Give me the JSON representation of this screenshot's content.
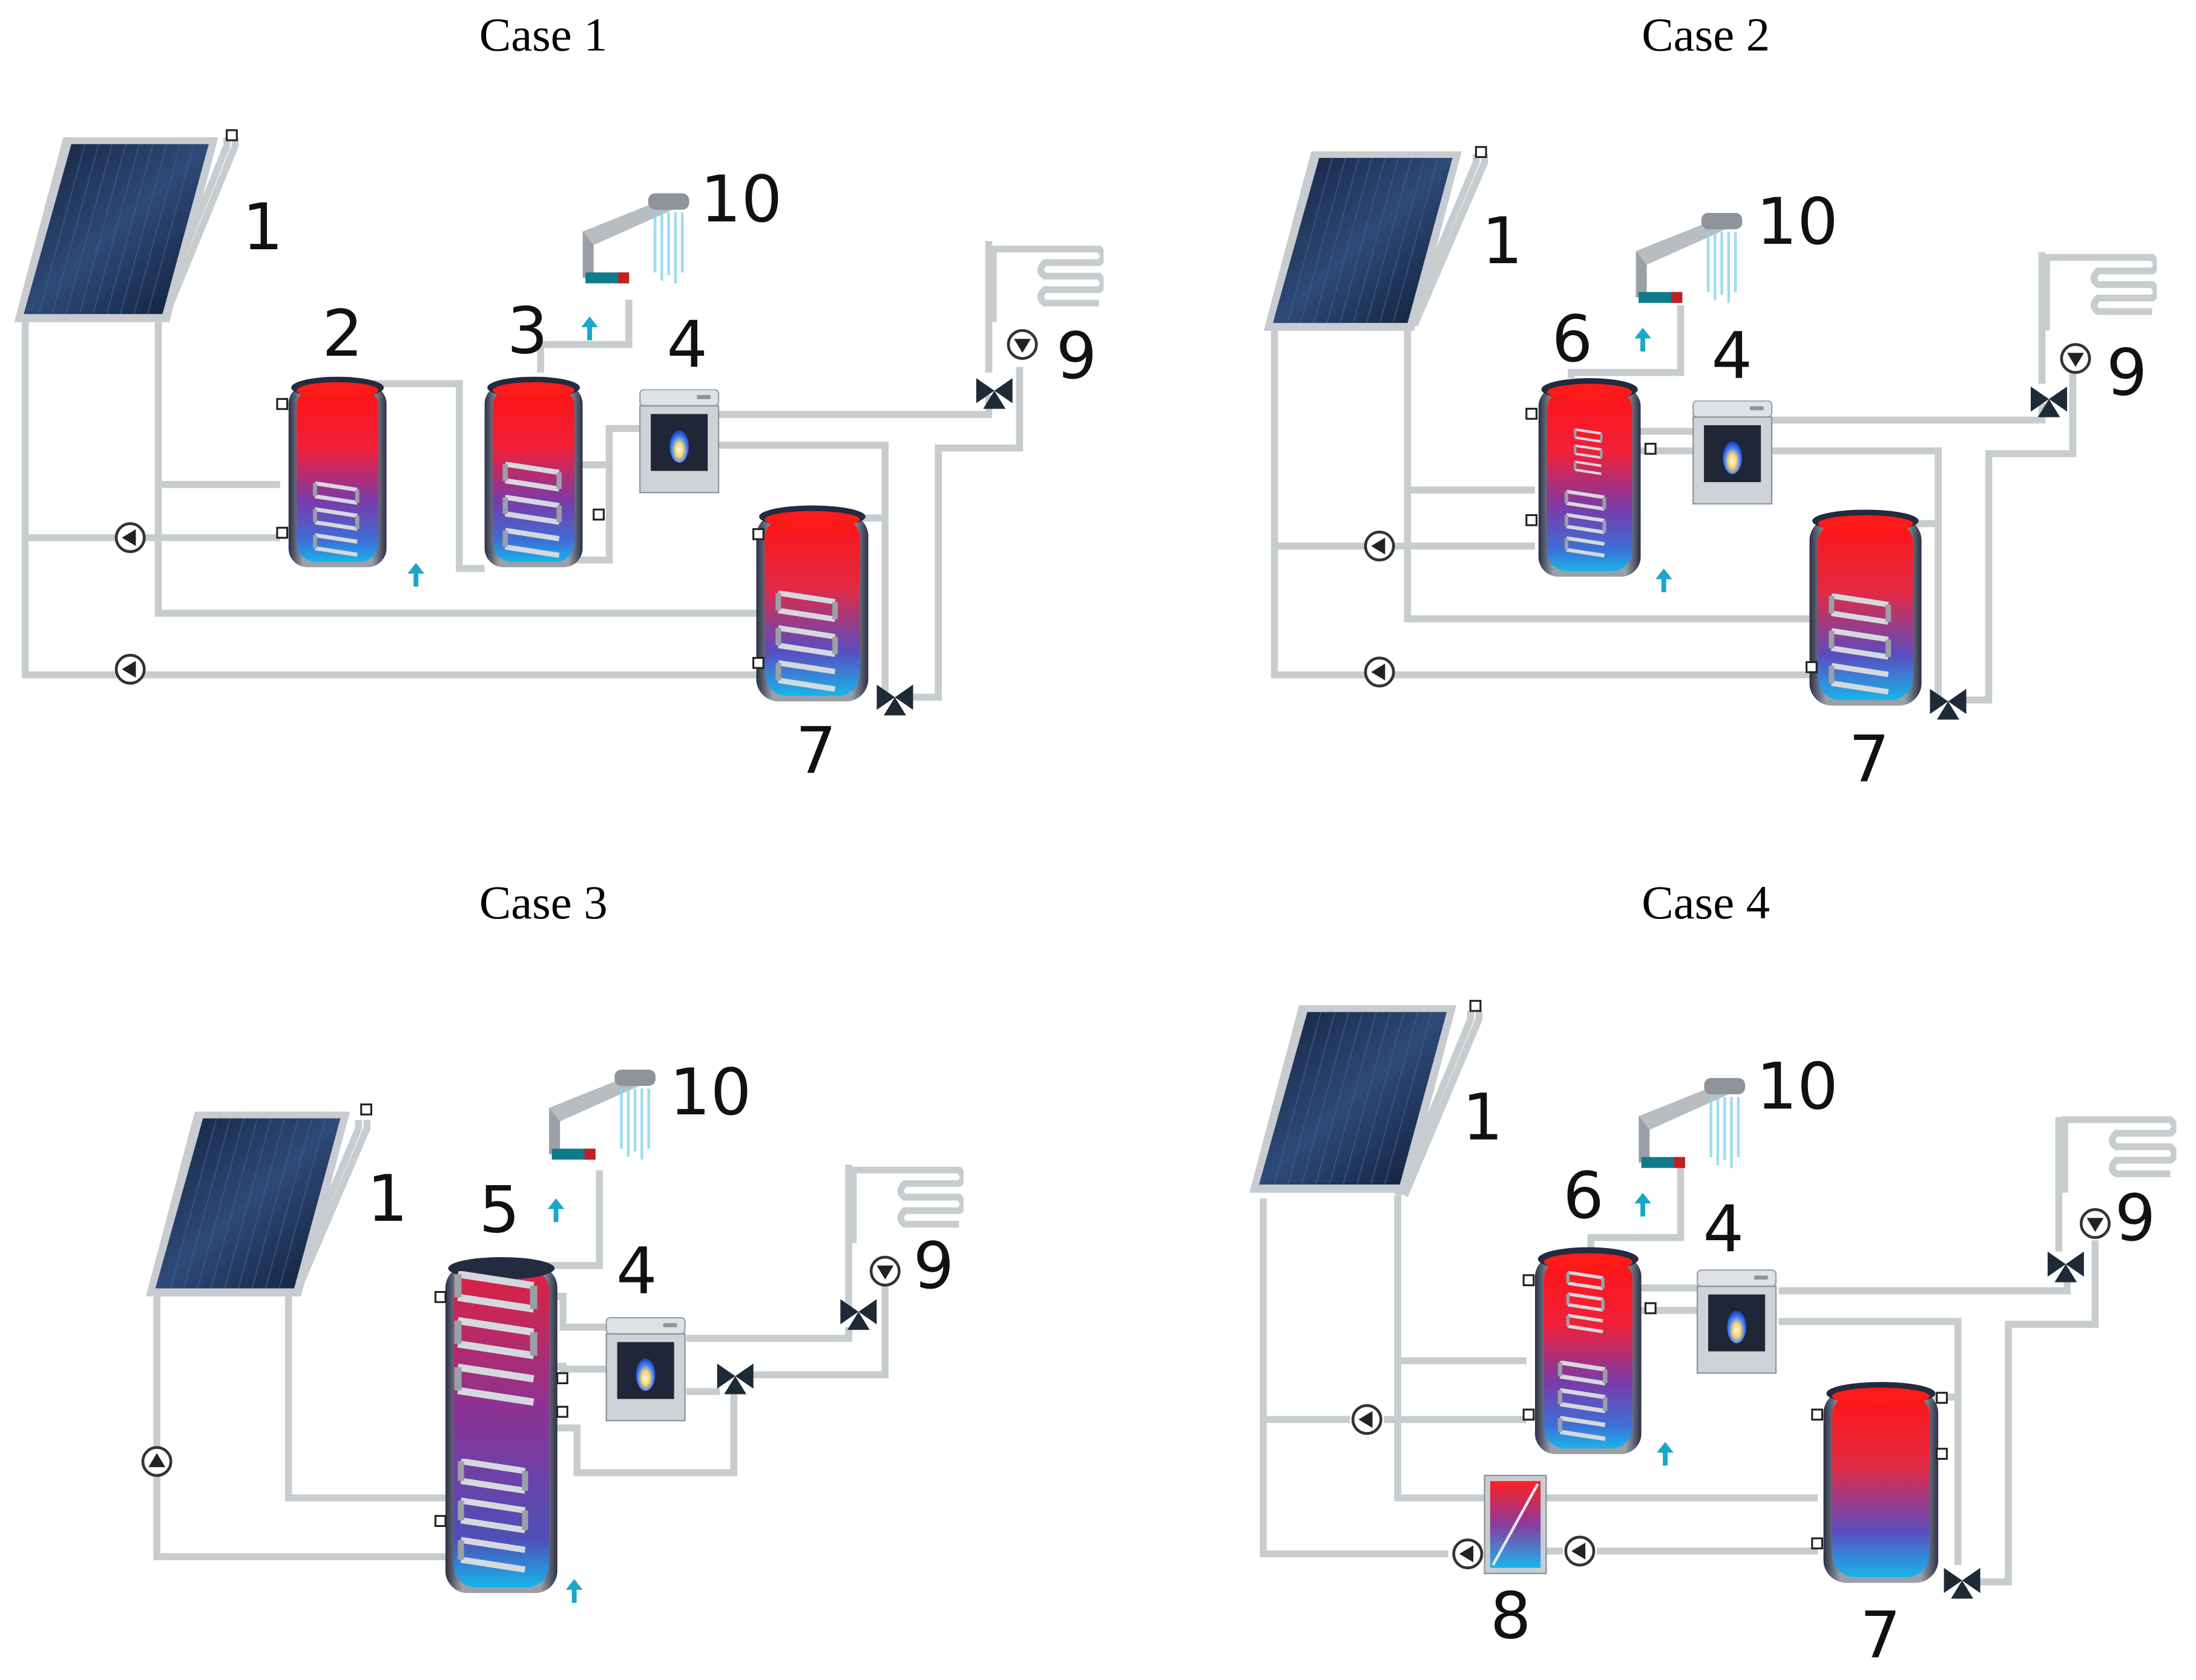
{
  "cases": [
    {
      "title": "Case 1",
      "labels": [
        "1",
        "2",
        "3",
        "4",
        "7",
        "9",
        "10"
      ]
    },
    {
      "title": "Case 2",
      "labels": [
        "1",
        "6",
        "4",
        "7",
        "9",
        "10"
      ]
    },
    {
      "title": "Case 3",
      "labels": [
        "1",
        "5",
        "4",
        "9",
        "10"
      ]
    },
    {
      "title": "Case 4",
      "labels": [
        "1",
        "6",
        "4",
        "8",
        "7",
        "9",
        "10"
      ]
    }
  ],
  "colors": {
    "hot": "#ff1a1a",
    "mid": "#7a3aa8",
    "cold": "#1ab2e6",
    "pipe": "#c7cccf",
    "panel": "#1d2f4e",
    "arrow": "#19a7c9"
  },
  "icons": [
    "solar-collector-icon",
    "storage-tank-icon",
    "gas-boiler-icon",
    "shower-icon",
    "floor-heating-icon",
    "pump-icon",
    "three-way-valve-icon",
    "heat-exchanger-icon",
    "sensor-icon",
    "cold-water-inlet-icon"
  ]
}
